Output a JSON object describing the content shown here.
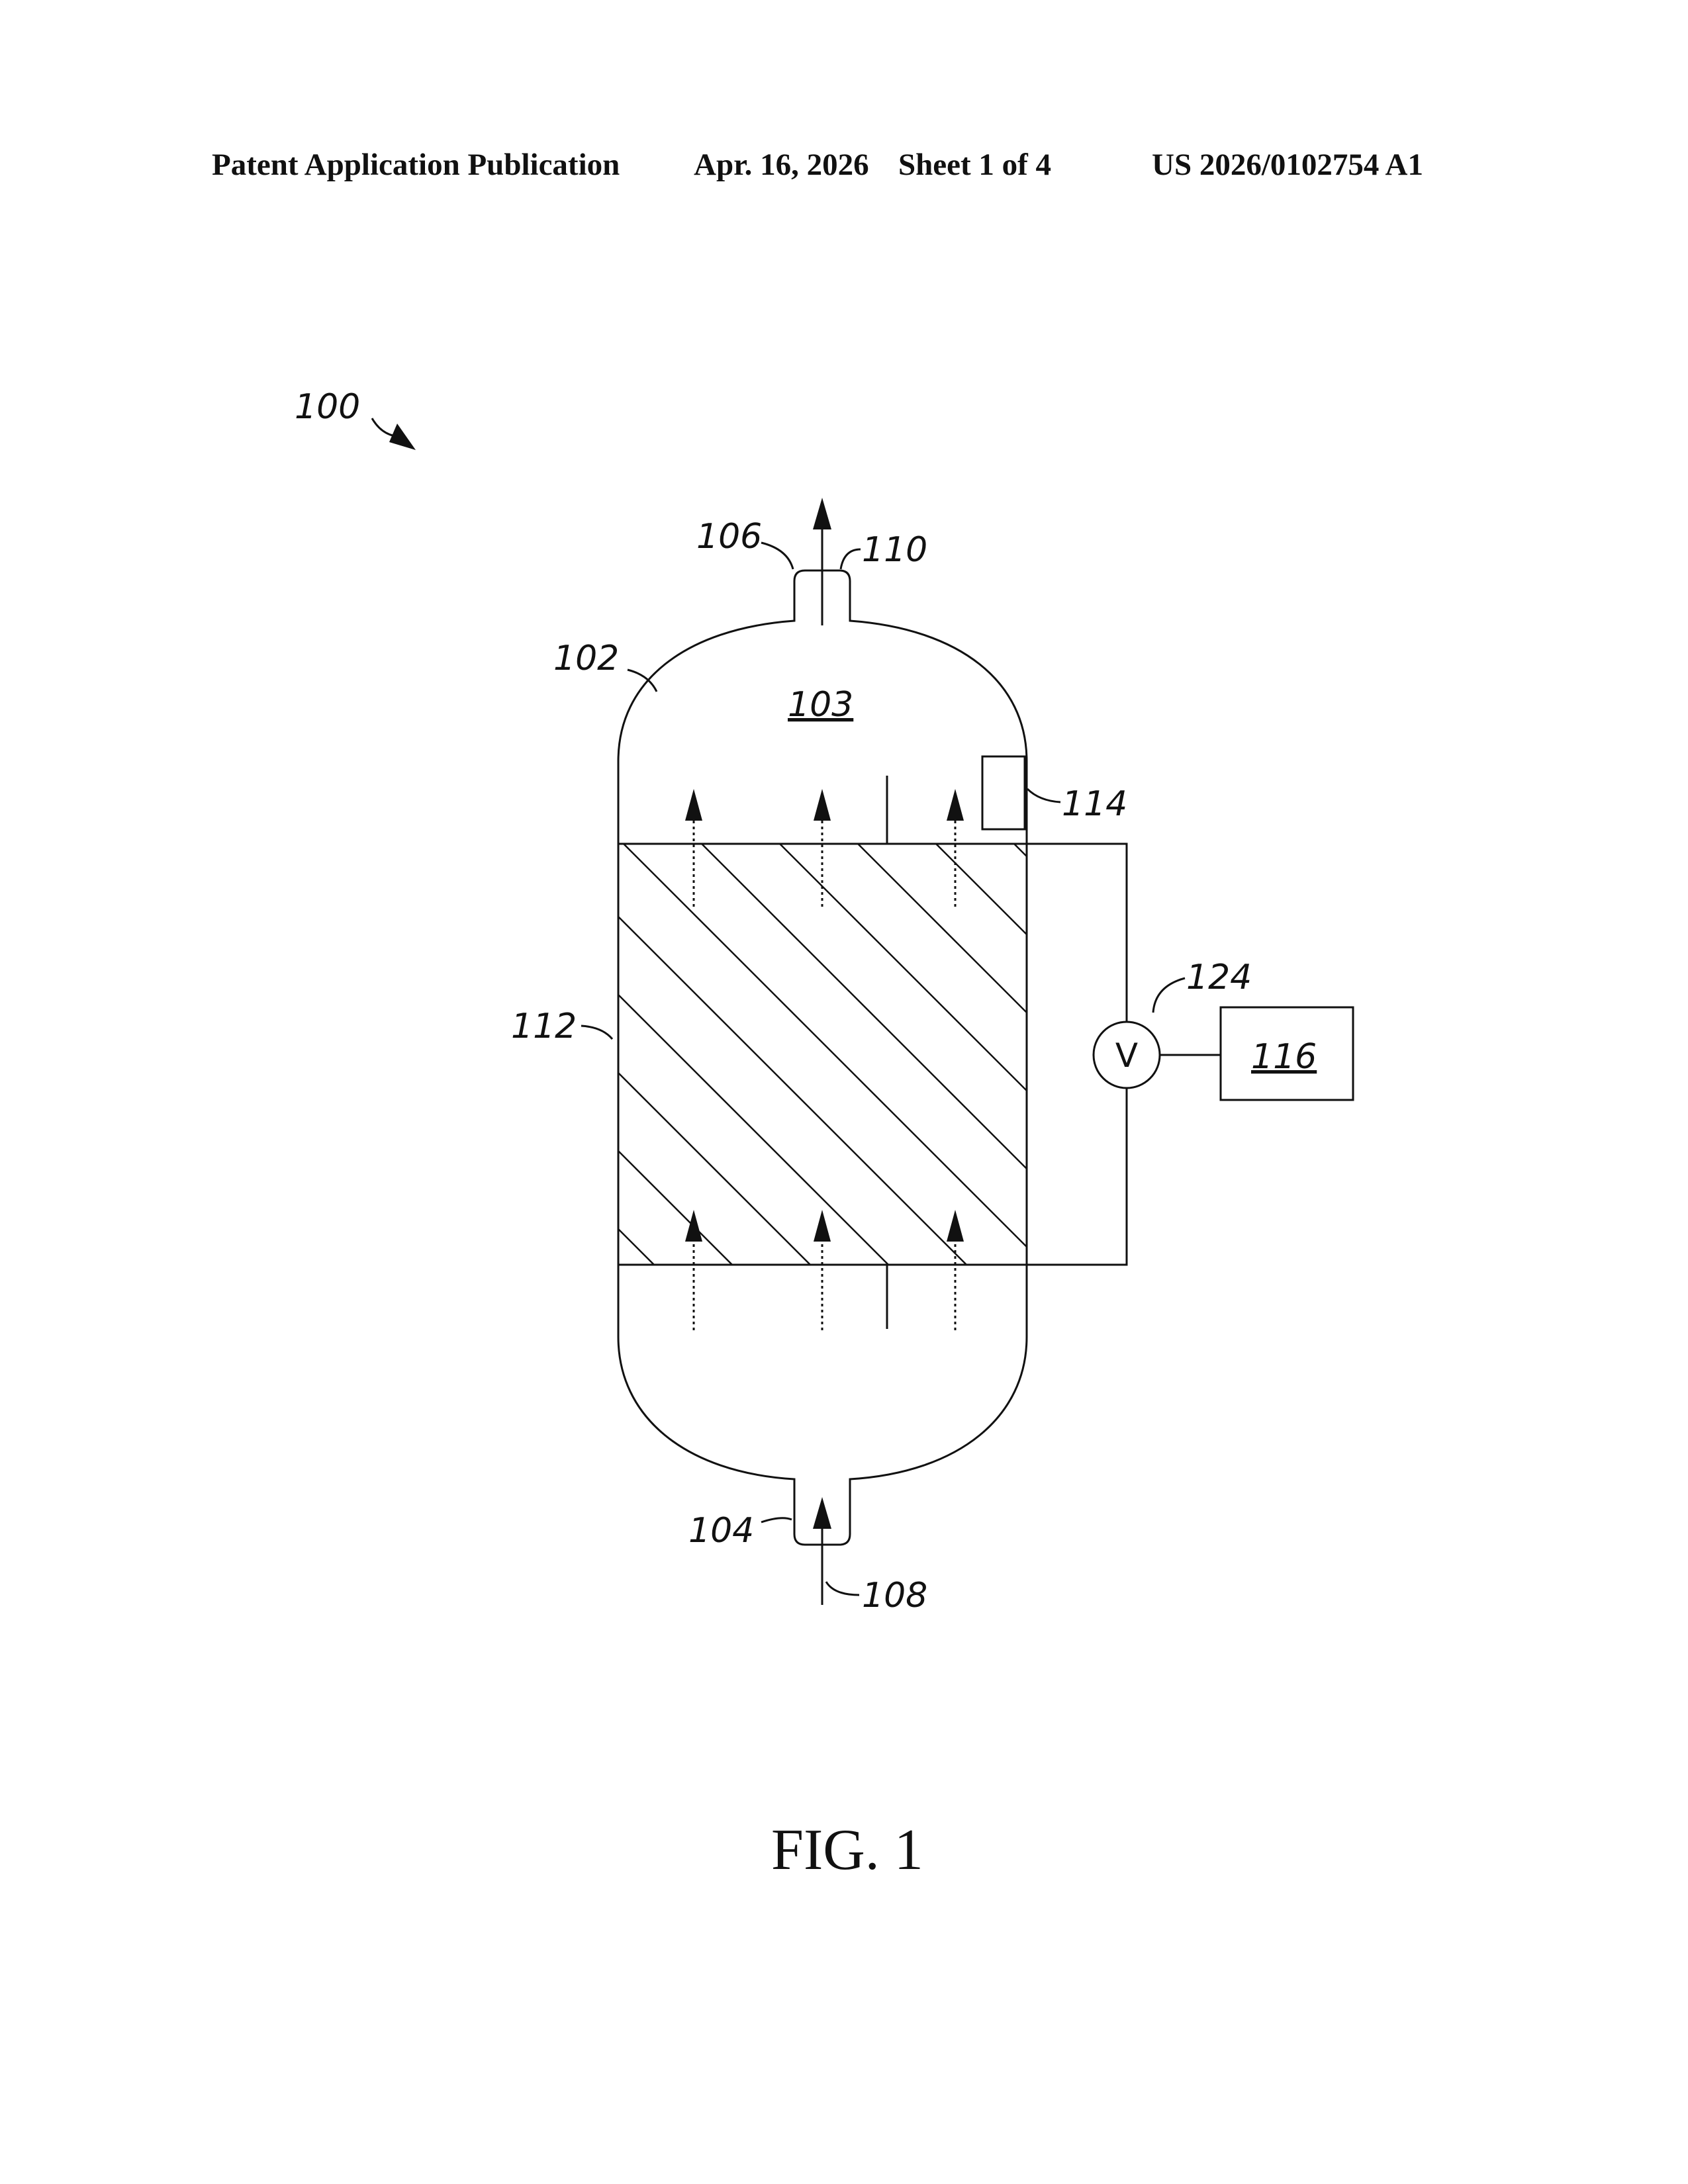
{
  "header": {
    "publication": "Patent Application Publication",
    "date": "Apr. 16, 2026",
    "sheet": "Sheet 1 of 4",
    "number": "US 2026/0102754 A1"
  },
  "labels": {
    "system": "100",
    "vessel": "102",
    "headspace": "103",
    "inlet": "104",
    "outlet": "106",
    "feed": "108",
    "product": "110",
    "bed": "112",
    "sensor": "114",
    "controller": "116",
    "valve": "124",
    "valve_symbol": "V"
  },
  "caption": "FIG. 1"
}
